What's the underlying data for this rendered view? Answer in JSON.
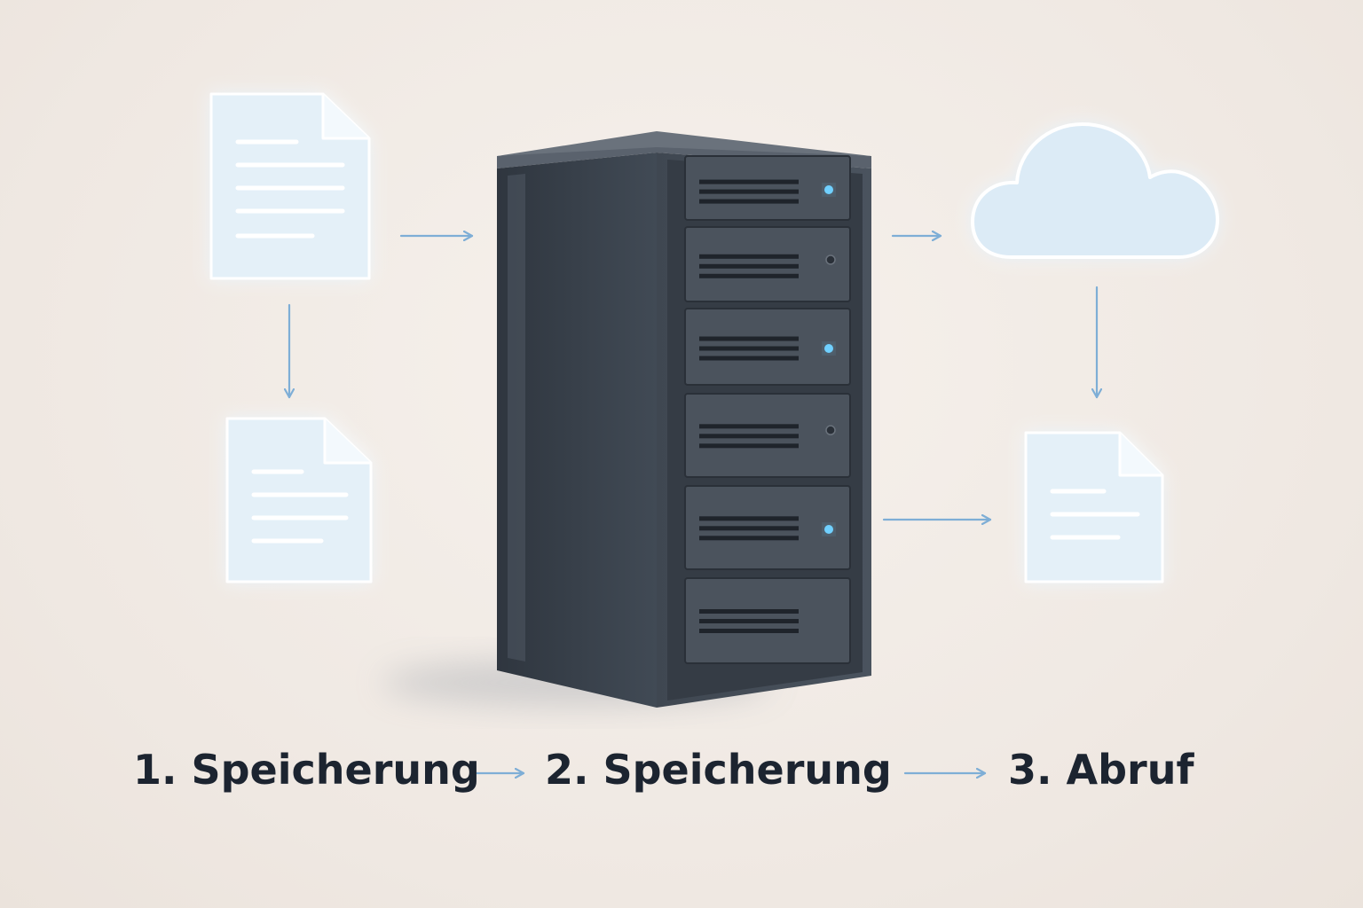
{
  "steps": [
    {
      "label": "1. Speicherung"
    },
    {
      "label": "2. Speicherung"
    },
    {
      "label": "3. Abruf"
    }
  ],
  "icons": {
    "document": "document-icon",
    "server": "server-rack-icon",
    "cloud": "cloud-icon",
    "arrow": "arrow-right-icon"
  },
  "colors": {
    "accent": "#7eaed6",
    "glow": "#bfe0f5",
    "server_body": "#3a424c",
    "led_on": "#6fd0ff",
    "text": "#1c2430"
  }
}
